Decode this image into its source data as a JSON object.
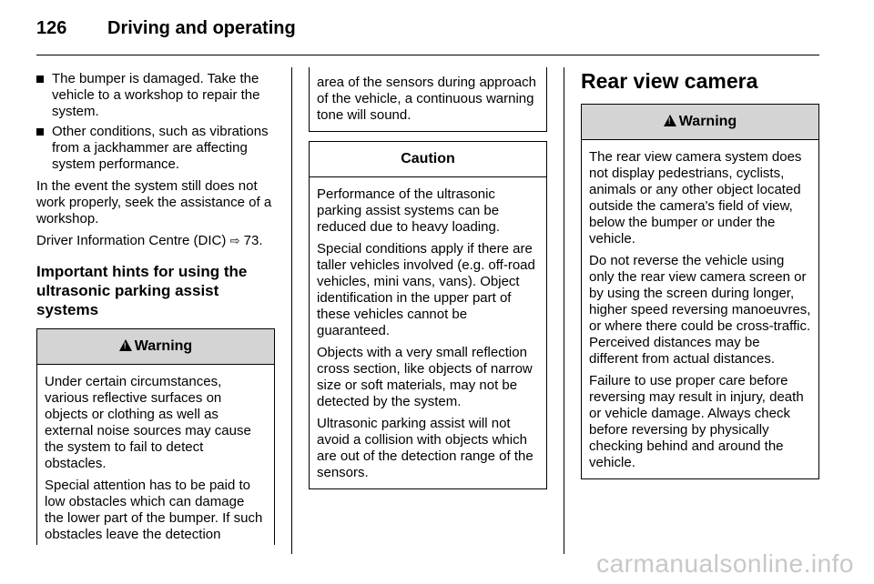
{
  "header": {
    "page_number": "126",
    "title": "Driving and operating"
  },
  "col1": {
    "bullets": [
      "The bumper is damaged. Take the vehicle to a workshop to repair the system.",
      "Other conditions, such as vibrations from a jackhammer are affecting system performance."
    ],
    "para1": "In the event the system still does not work properly, seek the assistance of a workshop.",
    "ref_text": "Driver Information Centre (DIC)",
    "ref_arrow": "⇨",
    "ref_page": "73.",
    "subheading": "Important hints for using the ultrasonic parking assist systems",
    "warning_title": "Warning",
    "warning_p1": "Under certain circumstances, various reflective surfaces on objects or clothing as well as external noise sources may cause the system to fail to detect obstacles.",
    "warning_p2": "Special attention has to be paid to low obstacles which can damage the lower part of the bumper. If such obstacles leave the detection"
  },
  "col2": {
    "warning_cont": "area of the sensors during approach of the vehicle, a continuous warning tone will sound.",
    "caution_title": "Caution",
    "caution_p1": "Performance of the ultrasonic parking assist systems can be reduced due to heavy loading.",
    "caution_p2": "Special conditions apply if there are taller vehicles involved (e.g. off-road vehicles, mini vans, vans). Object identification in the upper part of these vehicles cannot be guaranteed.",
    "caution_p3": "Objects with a very small reflection cross section, like objects of narrow size or soft materials, may not be detected by the system.",
    "caution_p4": "Ultrasonic parking assist will not avoid a collision with objects which are out of the detection range of the sensors."
  },
  "col3": {
    "section_title": "Rear view camera",
    "warning_title": "Warning",
    "p1": "The rear view camera system does not display pedestrians, cyclists, animals or any other object located outside the camera's field of view, below the bumper or under the vehicle.",
    "p2": "Do not reverse the vehicle using only the rear view camera screen or by using the screen during longer, higher speed reversing manoeuvres, or where there could be cross-traffic. Perceived distances may be different from actual distances.",
    "p3": "Failure to use proper care before reversing may result in injury, death or vehicle damage. Always check before reversing by physically checking behind and around the vehicle."
  },
  "watermark": "carmanualsonline.info"
}
